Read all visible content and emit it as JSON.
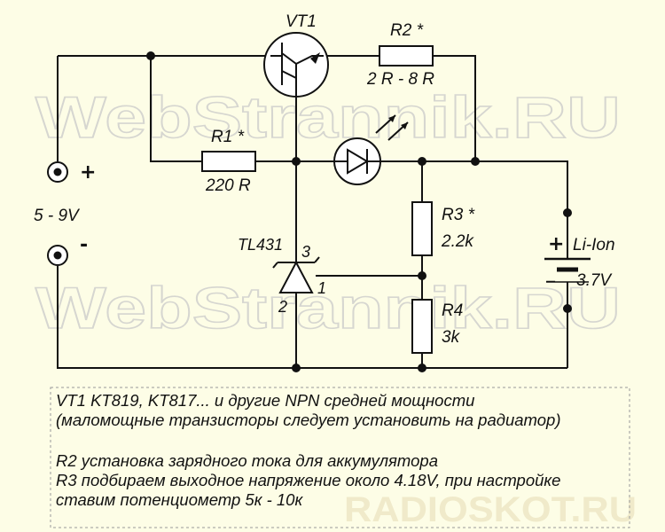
{
  "watermarks": {
    "top": "WebStrannik.RU",
    "bottom": "WebStrannik.RU",
    "corner": "RADIOSKOT.RU"
  },
  "input": {
    "plus": "+",
    "minus": "-",
    "voltage": "5 - 9V"
  },
  "components": {
    "vt1": "VT1",
    "r2_name": "R2 *",
    "r2_value": "2 R - 8 R",
    "r1_name": "R1 *",
    "r1_value": "220 R",
    "r3_name": "R3 *",
    "r3_value": "2.2k",
    "r4_name": "R4",
    "r4_value": "3k",
    "tl431": "TL431",
    "pin3": "3",
    "pin1": "1",
    "pin2": "2"
  },
  "battery": {
    "plus": "+",
    "minus": "–",
    "type": "Li-Ion",
    "voltage": "3.7V"
  },
  "notes": {
    "line1": "VT1 KT819, KT817... и другие NPN средней мощности",
    "line2": "(маломощные транзисторы следует установить на радиатор)",
    "line3": "R2 установка зарядного тока для аккумулятора",
    "line4": "R3 подбираем выходное напряжение около 4.18V, при настройке",
    "line5": "ставим потенциометр 5к - 10к"
  },
  "colors": {
    "background": "#fdfde6",
    "ink": "#111111",
    "watermark": "#c9c9c9"
  }
}
